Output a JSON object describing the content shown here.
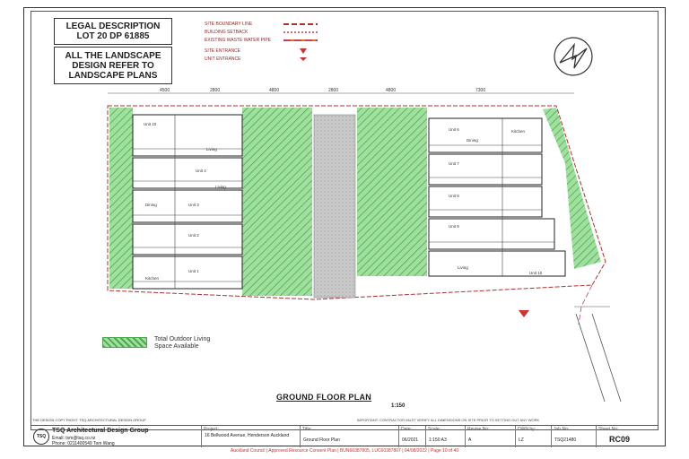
{
  "legal": {
    "line1": "LEGAL DESCRIPTION",
    "line2": "LOT 20 DP 61885"
  },
  "landscape": {
    "line1": "ALL THE LANDSCAPE",
    "line2": "DESIGN REFER TO",
    "line3": "LANDSCAPE PLANS"
  },
  "legend_items": [
    {
      "label": "SITE BOUNDARY LINE",
      "color": "#b03030"
    },
    {
      "label": "BUILDING SETBACK",
      "color": "#d07070"
    },
    {
      "label": "EXISTING WASTE WATER PIPE",
      "color": "#c04060"
    },
    {
      "label": "SITE ENTRANCE",
      "color": "#d03030"
    },
    {
      "label": "UNIT ENTRANCE",
      "color": "#d03030"
    }
  ],
  "dimensions": [
    "4500",
    "2800",
    "4800",
    "2800",
    "4800",
    "7300"
  ],
  "units_left": [
    "Unit 10",
    "Unit 4",
    "Unit 3",
    "Unit 2",
    "Unit 1"
  ],
  "units_right": [
    "Unit 6",
    "Unit 7",
    "Unit 8",
    "Unit 9",
    "Unit 10"
  ],
  "room_labels": {
    "kitchen": "Kitchen",
    "living": "Living",
    "dining": "Dining"
  },
  "outdoor_legend": {
    "line1": "Total Outdoor Living",
    "line2": "Space Available"
  },
  "plan_title": "GROUND FLOOR PLAN",
  "plan_scale": "1:150",
  "copyright": "THE DESIGN COPY RIGHT: TSQ ARCHITECTURAL DESIGN GROUP",
  "contractor_note": "IMPORTANT: CONTRACTOR MUST VERIFY ALL DIMENSIONS ON SITE PRIOR TO SETTING OUT ANY WORK",
  "title_block": {
    "company": "TSQ Architectural Design Group",
    "email": "Email: tsm@tsq.co.nz",
    "phone": "Phone: 0211400549  Tom Wang",
    "project_label": "Project:",
    "project": "16 Bellwood Avenue, Henderson Auckland",
    "title_label": "Title:",
    "title": "Ground Floor Plan",
    "date_label": "Date:",
    "date": "06/2021",
    "scale_label": "Scale:",
    "scale": "1:150 A3",
    "revise_label": "Revise No:",
    "revise": "A",
    "dwn_label": "DWN by:",
    "dwn": "LZ",
    "job_label": "Job No:",
    "job": "TSQ21480",
    "sheet_label": "Sheet No:",
    "sheet": "RC09"
  },
  "footer": "Auckland Council  |  Approved Resource Consent Plan  |  BUN60387805, LUC60387807  |  04/08/2022  |  Page 10 of 40",
  "colors": {
    "green": "#7fd17f",
    "green_hatch": "#4fa84f",
    "red": "#d03030"
  }
}
